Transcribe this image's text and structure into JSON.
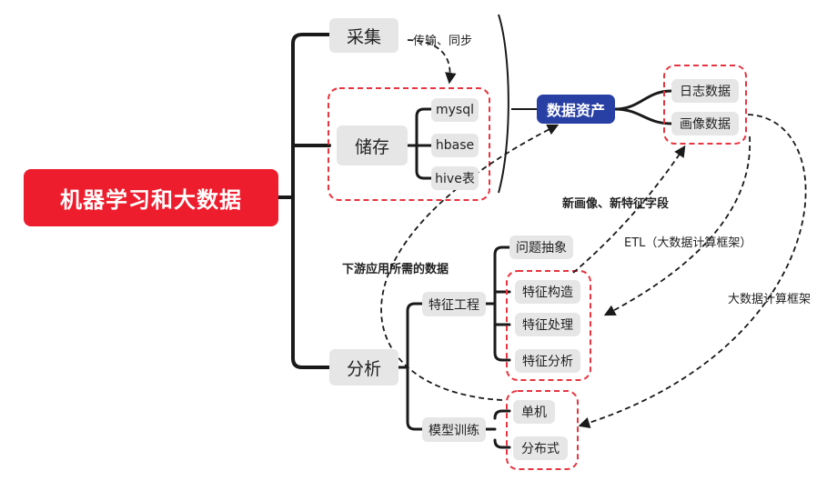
{
  "root": {
    "label": "机器学习和大数据"
  },
  "branches": {
    "collect": {
      "label": "采集"
    },
    "store": {
      "label": "储存",
      "children": [
        "mysql",
        "hbase",
        "hive表"
      ]
    },
    "analyze": {
      "label": "分析"
    }
  },
  "feature_engineering": {
    "label": "特征工程",
    "children": [
      "问题抽象",
      "特征构造",
      "特征处理",
      "特征分析"
    ]
  },
  "model_training": {
    "label": "模型训练",
    "children": [
      "单机",
      "分布式"
    ]
  },
  "data_assets": {
    "label": "数据资产",
    "children": [
      "日志数据",
      "画像数据"
    ]
  },
  "annotations": {
    "transfer_sync": "传输、同步",
    "new_profile_fields": "新画像、新特征字段",
    "etl": "ETL（大数据计算框架）",
    "downstream": "下游应用所需的数据",
    "bigdata_framework": "大数据计算框架"
  },
  "colors": {
    "root": "#ee1d2d",
    "asset": "#283fa3",
    "dashed_group": "#e8343f",
    "connector": "#1a1a1a"
  }
}
